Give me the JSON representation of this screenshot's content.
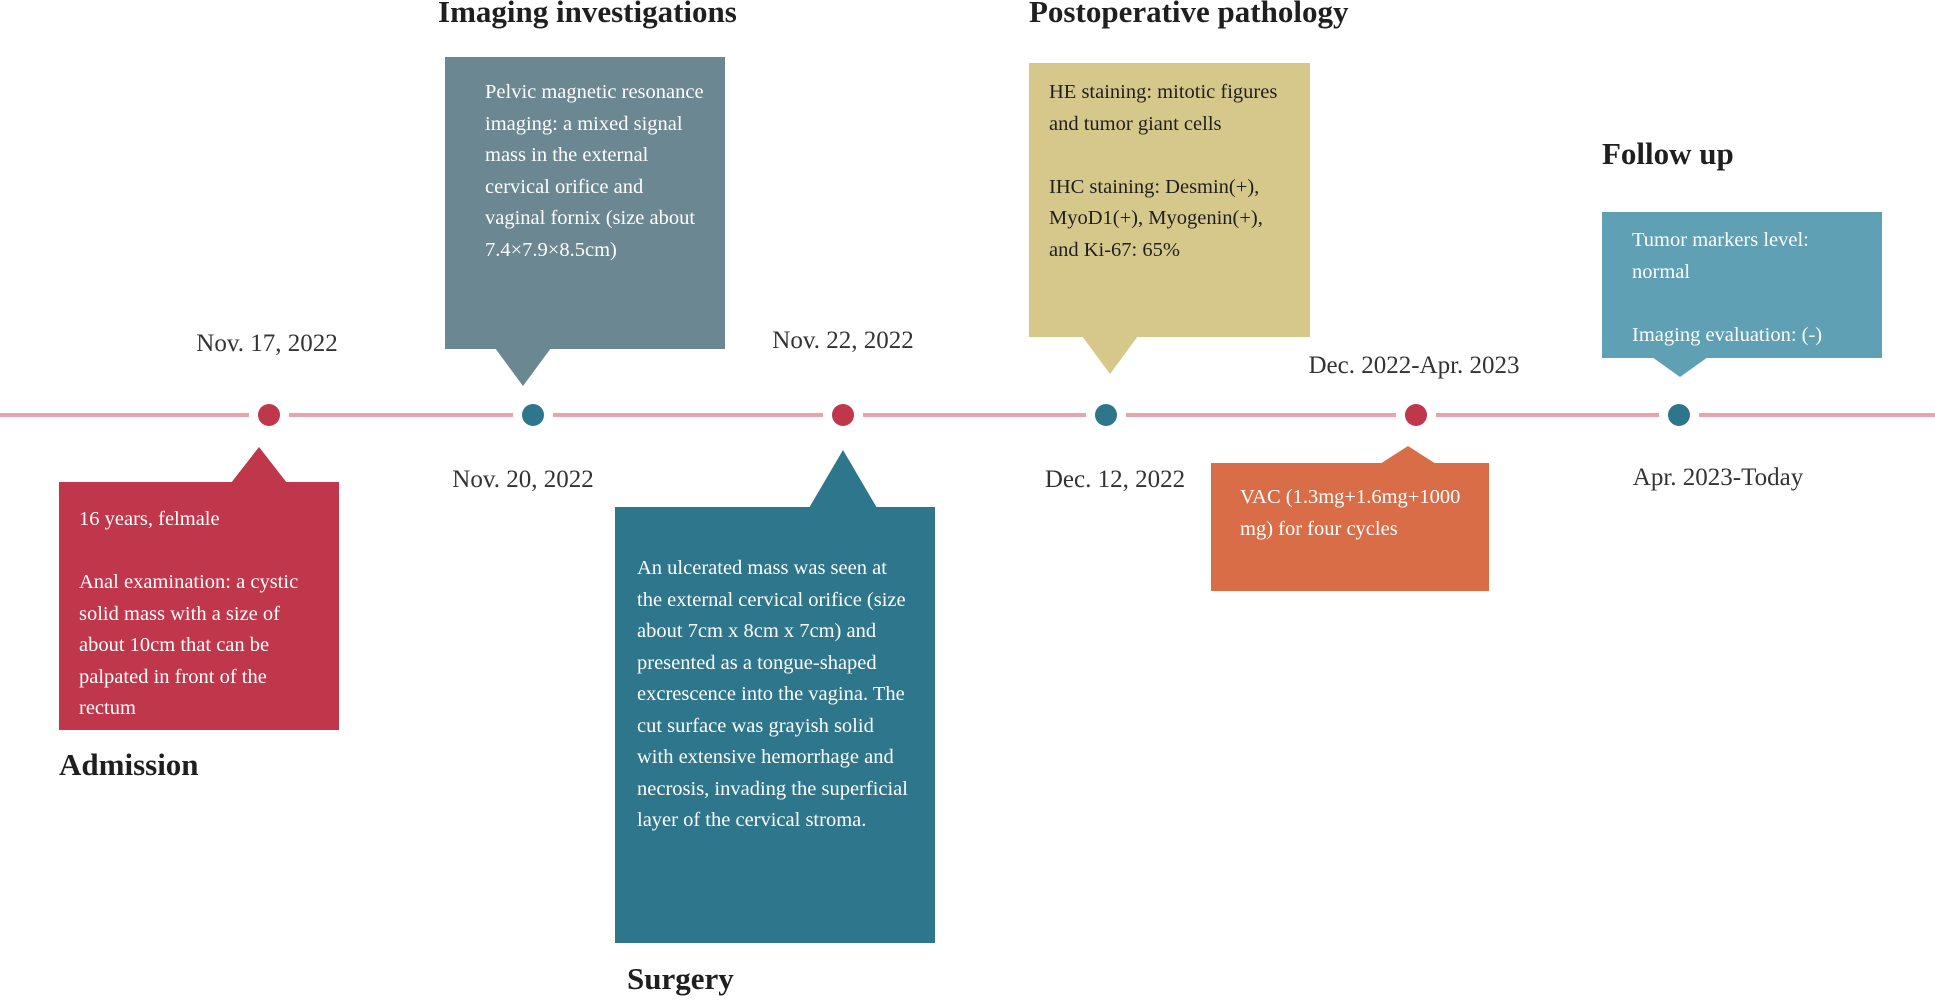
{
  "colors": {
    "line": "#e9a3aa",
    "red": "#c0364b",
    "slate": "#6b8791",
    "teal": "#2e768b",
    "khaki": "#d6c78b",
    "orange": "#d96d48",
    "sky": "#5fa0b5"
  },
  "events": [
    {
      "id": "admission",
      "heading": "Admission",
      "date": "Nov. 17, 2022",
      "dot_color": "red",
      "card_color": "red",
      "card_paragraphs": [
        "16 years, felmale",
        "Anal examination: a cystic solid mass with a size of about 10cm that can be palpated in front of the rectum"
      ]
    },
    {
      "id": "imaging",
      "heading": "Imaging investigations",
      "date": "Nov. 20, 2022",
      "dot_color": "teal",
      "card_color": "slate",
      "card_paragraphs": [
        "Pelvic magnetic resonance imaging: a mixed signal mass in the external cervical orifice and vaginal fornix (size about 7.4×7.9×8.5cm)"
      ]
    },
    {
      "id": "surgery",
      "heading": "Surgery",
      "date": "Nov. 22, 2022",
      "dot_color": "red",
      "card_color": "teal",
      "card_paragraphs": [
        "An ulcerated mass was seen at the external cervical orifice (size about 7cm x 8cm x 7cm) and presented as a tongue-shaped excrescence into the vagina. The cut surface was grayish solid with extensive hemorrhage and necrosis, invading the superficial layer of the cervical stroma."
      ]
    },
    {
      "id": "pathology",
      "heading": "Postoperative pathology",
      "date": "Dec. 12, 2022",
      "dot_color": "teal",
      "card_color": "khaki",
      "card_paragraphs": [
        "HE staining: mitotic figures and tumor giant cells",
        "IHC staining: Desmin(+), MyoD1(+), Myogenin(+), and Ki-67: 65%"
      ]
    },
    {
      "id": "chemo",
      "heading": "",
      "date": "Dec. 2022-Apr. 2023",
      "dot_color": "red",
      "card_color": "orange",
      "card_paragraphs": [
        "VAC (1.3mg+1.6mg+1000 mg) for four cycles"
      ]
    },
    {
      "id": "followup",
      "heading": "Follow up",
      "date": "Apr. 2023-Today",
      "dot_color": "teal",
      "card_color": "sky",
      "card_paragraphs": [
        "Tumor markers level: normal",
        "Imaging evaluation: (-)"
      ]
    }
  ]
}
